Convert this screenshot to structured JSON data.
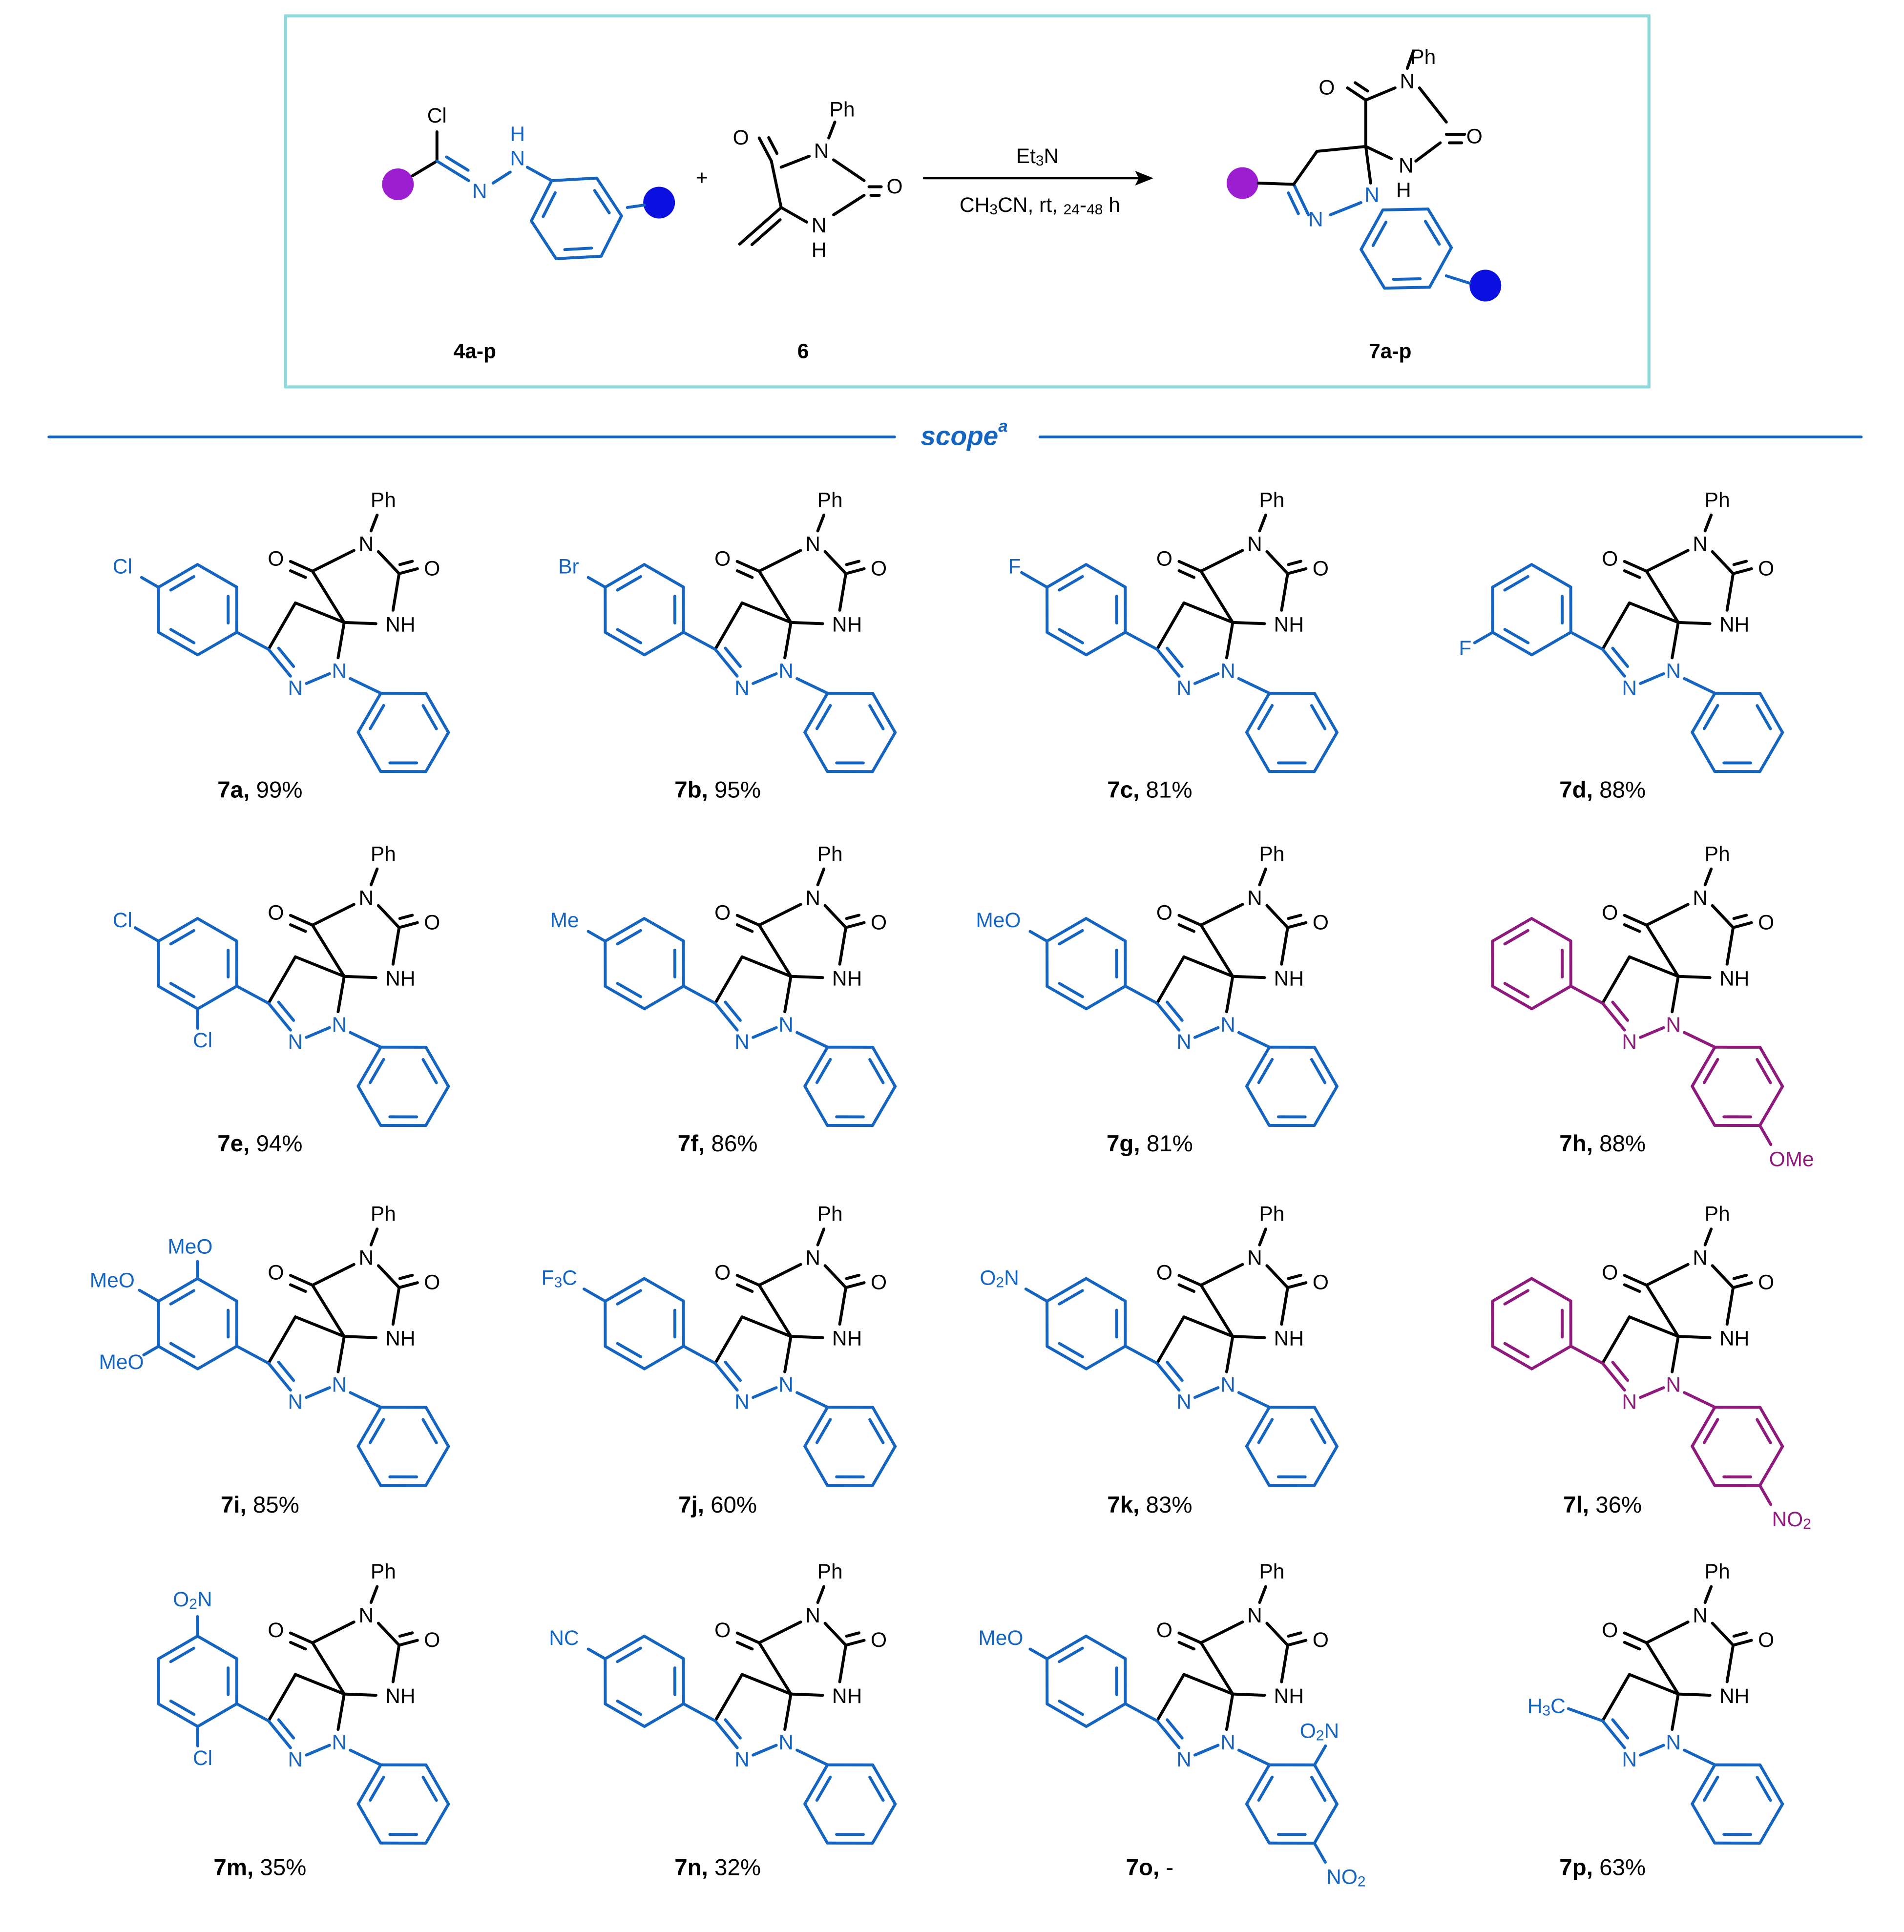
{
  "colors": {
    "core": "#000000",
    "variable": "#1565c0",
    "highlight": "#8e1b7c",
    "frame": "#8fd8dc",
    "r1_dot": "#9b1fd0",
    "r2_dot": "#0b10e0"
  },
  "scheme": {
    "reactant1_label": "4a-p",
    "reactant2_label": "6",
    "product_label": "7a-p",
    "plus": "+",
    "reagent": "Et3N",
    "conditions": "CH3CN, rt, 24-48 h",
    "atoms": {
      "cl": "Cl",
      "nh_h": "H",
      "n": "N",
      "ph": "Ph",
      "o": "O",
      "nh": "H"
    }
  },
  "divider": {
    "title": "scope",
    "superscript": "a"
  },
  "common_labels": {
    "ph": "Ph",
    "o": "O",
    "nh": "NH",
    "n": "N"
  },
  "compounds": [
    {
      "id": "7a",
      "yield": "99%",
      "ar": "4-Cl-C6H4",
      "n_aryl": "Ph",
      "labels": [
        "Cl"
      ]
    },
    {
      "id": "7b",
      "yield": "95%",
      "ar": "4-Br-C6H4",
      "n_aryl": "Ph",
      "labels": [
        "Br"
      ]
    },
    {
      "id": "7c",
      "yield": "81%",
      "ar": "4-F-C6H4",
      "n_aryl": "Ph",
      "labels": [
        "F"
      ]
    },
    {
      "id": "7d",
      "yield": "88%",
      "ar": "3-F-C6H4",
      "n_aryl": "Ph",
      "labels": [
        "F"
      ]
    },
    {
      "id": "7e",
      "yield": "94%",
      "ar": "2,4-Cl2-C6H3",
      "n_aryl": "Ph",
      "labels": [
        "Cl",
        "Cl"
      ]
    },
    {
      "id": "7f",
      "yield": "86%",
      "ar": "4-Me-C6H4",
      "n_aryl": "Ph",
      "labels": [
        "Me"
      ]
    },
    {
      "id": "7g",
      "yield": "81%",
      "ar": "4-MeO-C6H4",
      "n_aryl": "Ph",
      "labels": [
        "MeO"
      ]
    },
    {
      "id": "7h",
      "yield": "88%",
      "ar": "Ph",
      "n_aryl": "4-MeO-C6H4",
      "labels": [
        "OMe"
      ]
    },
    {
      "id": "7i",
      "yield": "85%",
      "ar": "3,4,5-(MeO)3-C6H2",
      "n_aryl": "Ph",
      "labels": [
        "MeO",
        "MeO",
        "MeO"
      ]
    },
    {
      "id": "7j",
      "yield": "60%",
      "ar": "4-CF3-C6H4",
      "n_aryl": "Ph",
      "labels": [
        "F3C"
      ]
    },
    {
      "id": "7k",
      "yield": "83%",
      "ar": "4-NO2-C6H4",
      "n_aryl": "Ph",
      "labels": [
        "O2N"
      ]
    },
    {
      "id": "7l",
      "yield": "36%",
      "ar": "Ph",
      "n_aryl": "4-NO2-C6H4",
      "labels": [
        "NO2"
      ]
    },
    {
      "id": "7m",
      "yield": "35%",
      "ar": "2-Cl-5-NO2-C6H3",
      "n_aryl": "Ph",
      "labels": [
        "Cl",
        "O2N"
      ]
    },
    {
      "id": "7n",
      "yield": "32%",
      "ar": "4-CN-C6H4",
      "n_aryl": "Ph",
      "labels": [
        "NC"
      ]
    },
    {
      "id": "7o",
      "yield": "-",
      "ar": "4-MeO-C6H4",
      "n_aryl": "2,4-(NO2)2-C6H3",
      "labels": [
        "MeO",
        "O2N",
        "NO2"
      ]
    },
    {
      "id": "7p",
      "yield": "63%",
      "ar": "CH3",
      "n_aryl": "Ph",
      "labels": [
        "H3C"
      ]
    }
  ]
}
